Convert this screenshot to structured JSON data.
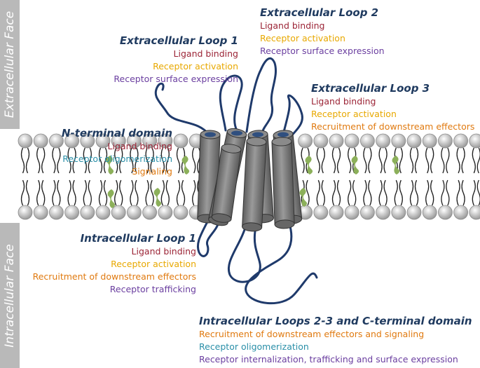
{
  "side_labels": {
    "extracellular": "Extracellular Face",
    "intracellular": "Intracellular Face"
  },
  "colors": {
    "heading": "#1f3a5f",
    "ligand_binding": "#9b2335",
    "receptor_activation": "#e8a800",
    "surface_expression": "#6b3fa0",
    "oligomerization": "#2a8fa8",
    "signaling": "#e07a10",
    "loop": "#1f3a6b",
    "helix": "#7a7a7a",
    "cholesterol": "#8cb05a"
  },
  "annotations": {
    "ecl1": {
      "title": "Extracellular Loop 1",
      "items": [
        "Ligand binding",
        "Receptor activation",
        "Receptor surface expression"
      ]
    },
    "ecl2": {
      "title": "Extracellular Loop 2",
      "items": [
        "Ligand binding",
        "Receptor activation",
        "Receptor surface expression"
      ]
    },
    "ecl3": {
      "title": "Extracellular Loop 3",
      "items": [
        "Ligand binding",
        "Receptor activation",
        "Recruitment of downstream effectors"
      ]
    },
    "nterm": {
      "title": "N-terminal domain",
      "items": [
        "Ligand binding",
        "Receptor oligomerization",
        "Signaling"
      ]
    },
    "icl1": {
      "title": "Intracellular Loop 1",
      "items": [
        "Ligand binding",
        "Receptor activation",
        "Recruitment of downstream effectors",
        "Receptor trafficking"
      ]
    },
    "icl23": {
      "title": "Intracellular Loops 2-3 and C-terminal domain",
      "items": [
        "Recruitment of downstream effectors and signaling",
        "Receptor oligomerization",
        "Receptor internalization, trafficking and surface expression"
      ]
    }
  }
}
